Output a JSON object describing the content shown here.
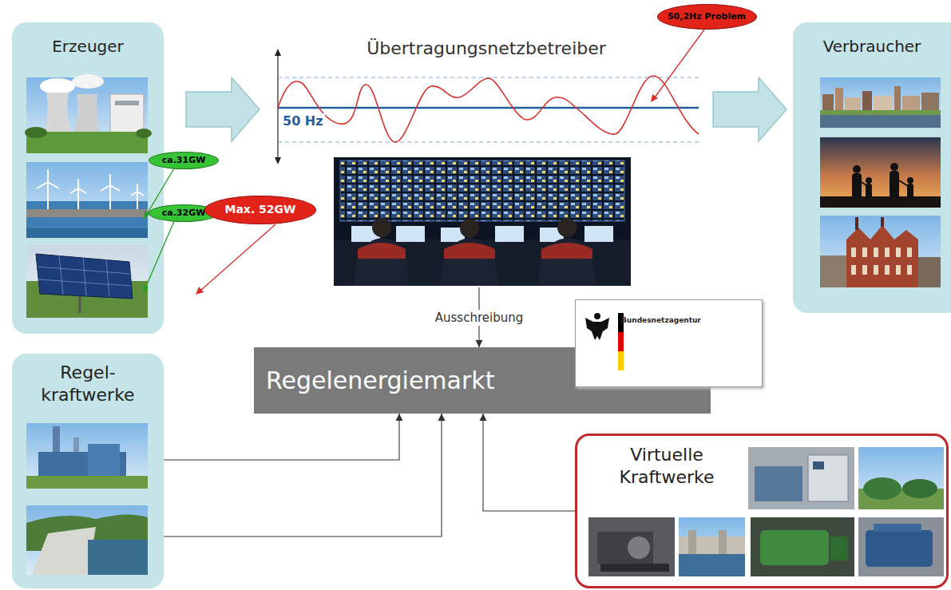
{
  "diagram": {
    "nodes": [
      {
        "text": [
          "Erzeuger"
        ]
      },
      {
        "text": [
          "Übertragungsnetzbetreiber"
        ]
      },
      {
        "text": [
          "50,2Hz Problem"
        ]
      },
      {
        "text": [
          "Verbraucher"
        ]
      },
      {
        "text": [
          "ca.31GW"
        ]
      },
      {
        "text": [
          "ca.32GW"
        ]
      },
      {
        "text": [
          "Max. 52GW"
        ]
      },
      {
        "text": [
          "Regelenergiemarkt"
        ]
      },
      {
        "text": [
          "Bundesnetzagentur"
        ]
      },
      {
        "text": [
          "Regel- kraftwerke"
        ]
      },
      {
        "text": [
          "Virtuelle Kraftwerke"
        ]
      }
    ],
    "edges": [
      {
        "from": 0,
        "to": 1,
        "arrow": "to"
      },
      {
        "from": 1,
        "to": 3,
        "arrow": "to"
      },
      {
        "from": 1,
        "to": 7,
        "label": "Ausschreibung",
        "arrow": "to"
      },
      {
        "from": 9,
        "to": 7,
        "arrow": "to"
      },
      {
        "from": 9,
        "to": 7,
        "arrow": "to"
      },
      {
        "from": 10,
        "to": 7,
        "arrow": "to"
      }
    ],
    "labels": [
      "50 Hz"
    ]
  }
}
